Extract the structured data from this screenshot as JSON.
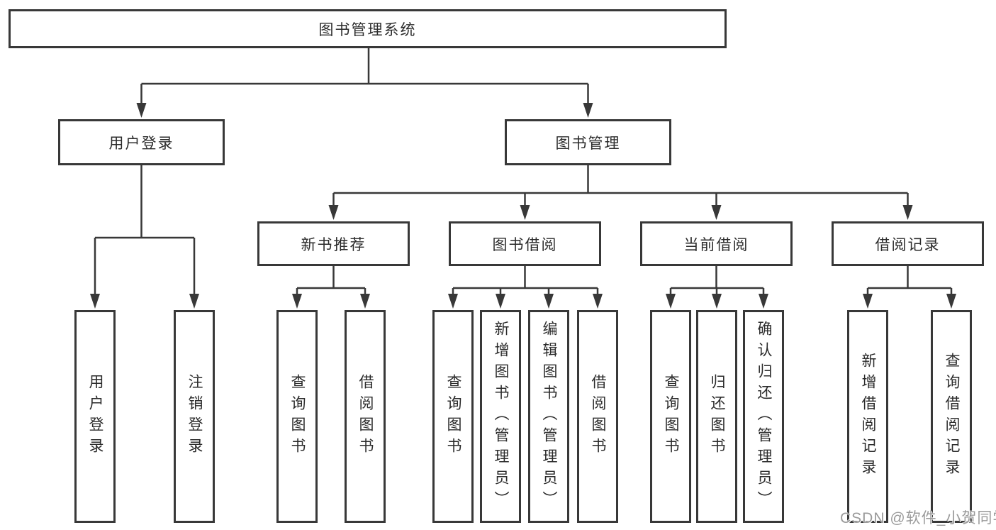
{
  "tree": {
    "root": {
      "label": "图书管理系统"
    },
    "branches": [
      {
        "label": "用户登录",
        "leaves": [
          {
            "label": "用户登录"
          },
          {
            "label": "注销登录"
          }
        ]
      },
      {
        "label": "图书管理",
        "children": [
          {
            "label": "新书推荐",
            "leaves": [
              {
                "label": "查询图书"
              },
              {
                "label": "借阅图书"
              }
            ]
          },
          {
            "label": "图书借阅",
            "leaves": [
              {
                "label": "查询图书"
              },
              {
                "label": "新增图书（管理员）"
              },
              {
                "label": "编辑图书（管理员）"
              },
              {
                "label": "借阅图书"
              }
            ]
          },
          {
            "label": "当前借阅",
            "leaves": [
              {
                "label": "查询图书"
              },
              {
                "label": "归还图书"
              },
              {
                "label": "确认归还（管理员）"
              }
            ]
          },
          {
            "label": "借阅记录",
            "leaves": [
              {
                "label": "新增借阅记录"
              },
              {
                "label": "查询借阅记录"
              }
            ]
          }
        ]
      }
    ]
  },
  "watermark": {
    "text": "CSDN @软件_小贺同学"
  },
  "colors": {
    "line": "#383838",
    "box_border": "#383838",
    "text": "#2b2b2b",
    "background": "#ffffff",
    "watermark": "#9a9a9a"
  }
}
